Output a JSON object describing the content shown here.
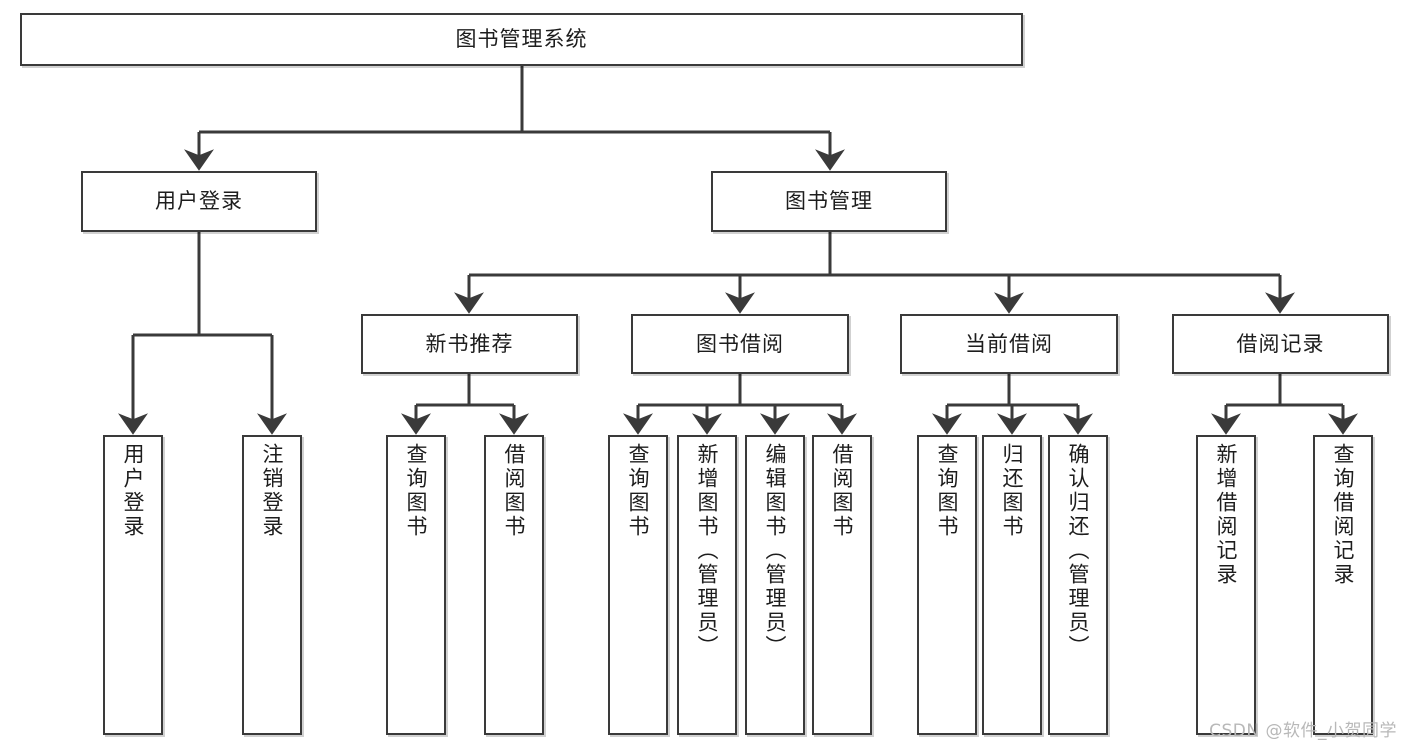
{
  "diagram": {
    "type": "tree-hierarchy",
    "title": "图书管理系统",
    "watermark": "CSDN @软件_小贺同学",
    "colors": {
      "box_border": "#3a3a3a",
      "box_fill": "#ffffff",
      "connector": "#3a3a3a",
      "text": "#1d1d1d",
      "watermark": "#b8b8b8"
    },
    "nodes": {
      "root": {
        "label": "图书管理系统"
      },
      "level2": [
        {
          "id": "user-login",
          "label": "用户登录"
        },
        {
          "id": "book-management",
          "label": "图书管理"
        }
      ],
      "level3": [
        {
          "id": "new-book-recommend",
          "label": "新书推荐"
        },
        {
          "id": "book-borrow",
          "label": "图书借阅"
        },
        {
          "id": "current-borrow",
          "label": "当前借阅"
        },
        {
          "id": "borrow-record",
          "label": "借阅记录"
        }
      ],
      "leaves": {
        "user_login": [
          {
            "id": "leaf-user-login",
            "label": "用户登录"
          },
          {
            "id": "leaf-logout-login",
            "label": "注销登录"
          }
        ],
        "new_book_recommend": [
          {
            "id": "leaf-query-book-1",
            "label": "查询图书"
          },
          {
            "id": "leaf-borrow-book-1",
            "label": "借阅图书"
          }
        ],
        "book_borrow": [
          {
            "id": "leaf-query-book-2",
            "label": "查询图书"
          },
          {
            "id": "leaf-add-book",
            "label": "新增图书（管理员）"
          },
          {
            "id": "leaf-edit-book",
            "label": "编辑图书（管理员）"
          },
          {
            "id": "leaf-borrow-book-2",
            "label": "借阅图书"
          }
        ],
        "current_borrow": [
          {
            "id": "leaf-query-book-3",
            "label": "查询图书"
          },
          {
            "id": "leaf-return-book",
            "label": "归还图书"
          },
          {
            "id": "leaf-confirm-return",
            "label": "确认归还（管理员）"
          }
        ],
        "borrow_record": [
          {
            "id": "leaf-add-record",
            "label": "新增借阅记录"
          },
          {
            "id": "leaf-query-record",
            "label": "查询借阅记录"
          }
        ]
      }
    }
  }
}
